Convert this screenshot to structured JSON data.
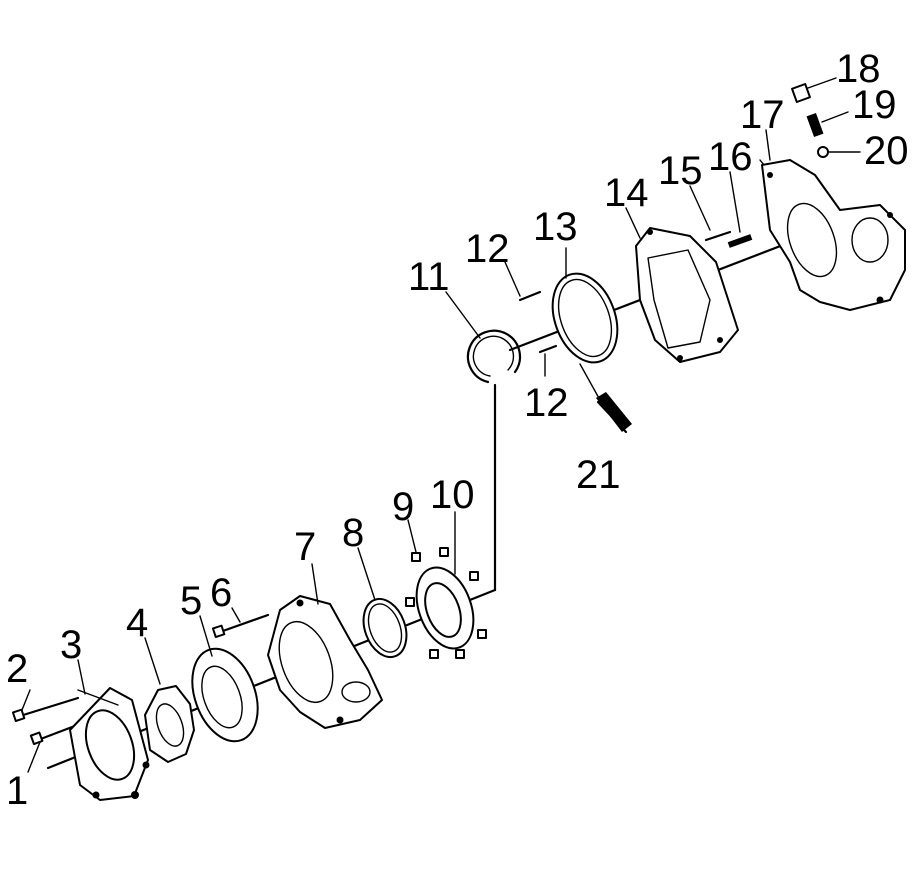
{
  "diagram": {
    "callouts": [
      {
        "id": "c1",
        "text": "1"
      },
      {
        "id": "c2",
        "text": "2"
      },
      {
        "id": "c3",
        "text": "3"
      },
      {
        "id": "c4",
        "text": "4"
      },
      {
        "id": "c5",
        "text": "5"
      },
      {
        "id": "c6",
        "text": "6"
      },
      {
        "id": "c7",
        "text": "7"
      },
      {
        "id": "c8",
        "text": "8"
      },
      {
        "id": "c9",
        "text": "9"
      },
      {
        "id": "c10",
        "text": "10"
      },
      {
        "id": "c11",
        "text": "11"
      },
      {
        "id": "c12a",
        "text": "12"
      },
      {
        "id": "c12b",
        "text": "12"
      },
      {
        "id": "c13",
        "text": "13"
      },
      {
        "id": "c14",
        "text": "14"
      },
      {
        "id": "c15",
        "text": "15"
      },
      {
        "id": "c16",
        "text": "16"
      },
      {
        "id": "c17",
        "text": "17"
      },
      {
        "id": "c18",
        "text": "18"
      },
      {
        "id": "c19",
        "text": "19"
      },
      {
        "id": "c20",
        "text": "20"
      },
      {
        "id": "c21",
        "text": "21"
      }
    ]
  }
}
